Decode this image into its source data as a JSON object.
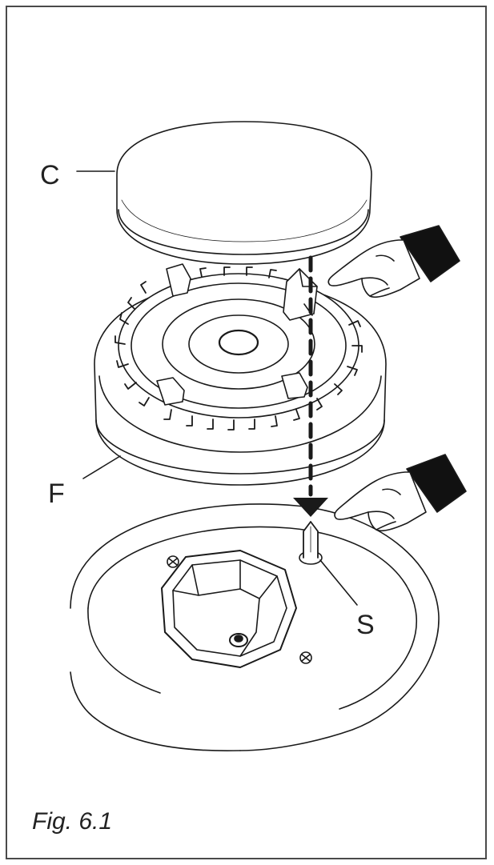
{
  "labels": {
    "cap": "C",
    "flame_spreader": "F",
    "spark_plug": "S"
  },
  "caption": "Fig. 6.1",
  "icons": [
    "pointing-hand-icon",
    "pointing-hand-icon",
    "arrow-down-icon"
  ],
  "colors": {
    "line": "#1a1a1a",
    "frame": "#4a4a4a",
    "background": "#ffffff"
  }
}
